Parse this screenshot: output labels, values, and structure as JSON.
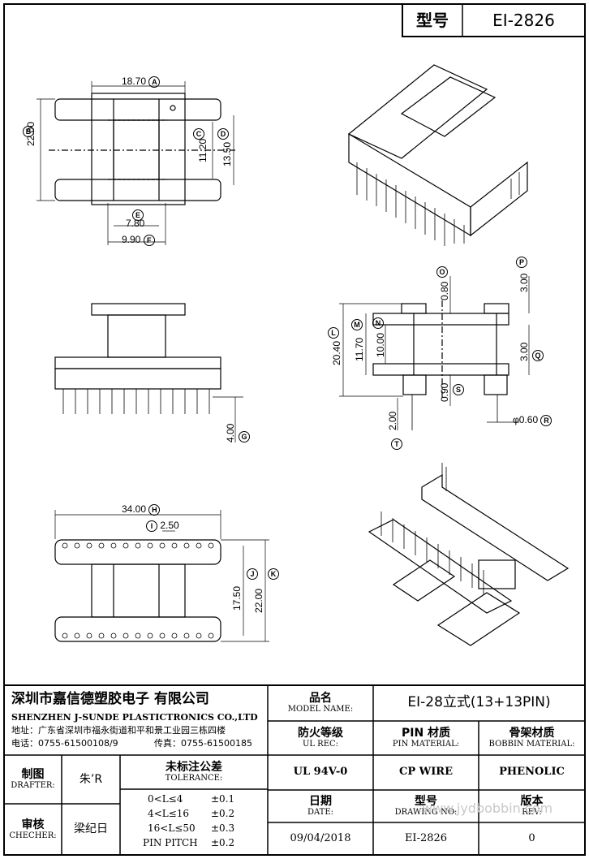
{
  "header": {
    "label": "型号",
    "model": "EI-2826"
  },
  "dims": {
    "A": "18.70",
    "B": "22.00",
    "C": "11.20",
    "D": "13.50",
    "E": "7.80",
    "F": "9.90",
    "G": "4.00",
    "H": "34.00",
    "I": "2.50",
    "J": "17.50",
    "K": "22.00",
    "L": "20.40",
    "M": "11.70",
    "N": "10.00",
    "O": "0.80",
    "P": "3.00",
    "Q": "3.00",
    "R": "0.60",
    "S": "0.90",
    "T": "2.00"
  },
  "company": {
    "name_cn": "深圳市嘉信德塑胶电子 有限公司",
    "name_en": "SHENZHEN J-SUNDE PLASTICTRONICS CO.,LTD",
    "address": "地址：广东省深圳市福永街道和平和景工业园三栋四楼",
    "phone": "电话：0755-61500108/9",
    "fax": "传真：0755-61500185"
  },
  "table": {
    "model_name_cn": "品名",
    "model_name_en": "MODEL NAME:",
    "model_name_value": "EI-28立式(13+13PIN)",
    "ul_cn": "防火等级",
    "ul_en": "UL REC:",
    "ul_value": "UL 94V-0",
    "pin_cn": "PIN 材质",
    "pin_en": "PIN MATERIAL:",
    "pin_value": "CP WIRE",
    "bobbin_cn": "骨架材质",
    "bobbin_en": "BOBBIN MATERIAL:",
    "bobbin_value": "PHENOLIC",
    "drafter_cn": "制图",
    "drafter_en": "DRAFTER:",
    "drafter_value": "朱’R",
    "checker_cn": "审核",
    "checker_en": "CHECHER:",
    "checker_value": "梁纪日",
    "tolerance_cn": "未标注公差",
    "tolerance_en": "TOLERANCE:",
    "tolerances": [
      {
        "range": "0<L≤4",
        "value": "±0.1"
      },
      {
        "range": "4<L≤16",
        "value": "±0.2"
      },
      {
        "range": "16<L≤50",
        "value": "±0.3"
      },
      {
        "range": "PIN PITCH",
        "value": "±0.2"
      }
    ],
    "date_cn": "日期",
    "date_en": "DATE:",
    "date_value": "09/04/2018",
    "drawing_cn": "型号",
    "drawing_en": "DRAWING NO:",
    "drawing_value": "EI-2826",
    "rev_cn": "版本",
    "rev_en": "REV:",
    "rev_value": "0"
  },
  "watermark": "www.jydbobbin.com"
}
